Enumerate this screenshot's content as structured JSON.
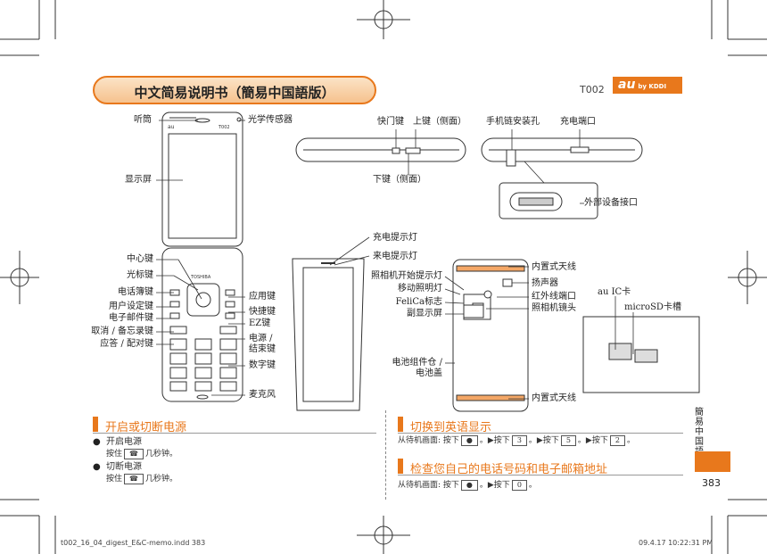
{
  "header": {
    "title": "中文简易说明书（簡易中国語版）",
    "model": "T002",
    "logo": "au",
    "logo_sub": "by KDDI"
  },
  "phone_front_labels": {
    "earpiece": "听筒",
    "light_sensor": "光学传感器",
    "display": "显示屏",
    "center_key": "中心键",
    "cursor_key": "光标键",
    "phonebook_key": "电话簿键",
    "user_settings_key": "用户设定键",
    "email_key": "电子邮件键",
    "cancel_memo_key": "取消 / 备忘录键",
    "answer_key": "应答 / 配对键",
    "app_key": "应用键",
    "shortcut_key": "快捷键",
    "ez_key": "EZ键",
    "power_key": "电源 /",
    "power_key2": "结束键",
    "numeric_keys": "数字键",
    "microphone": "麦克风",
    "brand": "TOSHIBA",
    "phone_model": "T002"
  },
  "side_view_labels": {
    "shutter_key": "快门键",
    "up_key": "上键（侧面）",
    "down_key": "下键（侧面）",
    "strap_hole": "手机链安装孔",
    "charge_port": "充电端口",
    "external_port": "外部设备接口"
  },
  "back_view_labels": {
    "charge_indicator": "充电提示灯",
    "incoming_indicator": "来电提示灯",
    "camera_indicator": "照相机开始提示灯",
    "mobile_light": "移动照明灯",
    "felica_mark": "FeliCa标志",
    "sub_display": "副显示屏",
    "battery_cover": "电池组件仓 /",
    "battery_cover2": "电池盖",
    "antenna_top": "内置式天线",
    "speaker": "扬声器",
    "ir_port": "红外线端口",
    "camera_lens": "照相机镜头",
    "antenna_bottom": "内置式天线",
    "au_ic_card": "au IC卡",
    "microsd_slot": "microSD卡槽"
  },
  "section_power": {
    "heading": "开启或切断电源",
    "on_title": "开启电源",
    "on_prefix": "按住",
    "on_key": "☎",
    "on_suffix": "几秒钟。",
    "off_title": "切断电源",
    "off_prefix": "按住",
    "off_key": "☎",
    "off_suffix": "几秒钟。"
  },
  "section_english": {
    "heading": "切换到英语显示",
    "text_prefix": "从待机画面: 按下",
    "k1": "●",
    "t1": "。▶按下",
    "k2": "3",
    "t2": "。▶按下",
    "k3": "5",
    "t3": "。▶按下",
    "k4": "2",
    "t4": "。"
  },
  "section_check": {
    "heading": "检查您自己的电话号码和电子邮箱地址",
    "text_prefix": "从待机画面: 按下",
    "k1": "●",
    "t1": "。▶按下",
    "k2": "0",
    "t2": "。"
  },
  "side_tab": {
    "text": "簡易中国語",
    "page": "383"
  },
  "footer": {
    "file": "t002_16_04_digest_E&C-memo.indd   383",
    "date": "09.4.17   10:22:31 PM"
  },
  "colors": {
    "accent": "#e8781c",
    "pill_fill": "#f6c28e"
  }
}
